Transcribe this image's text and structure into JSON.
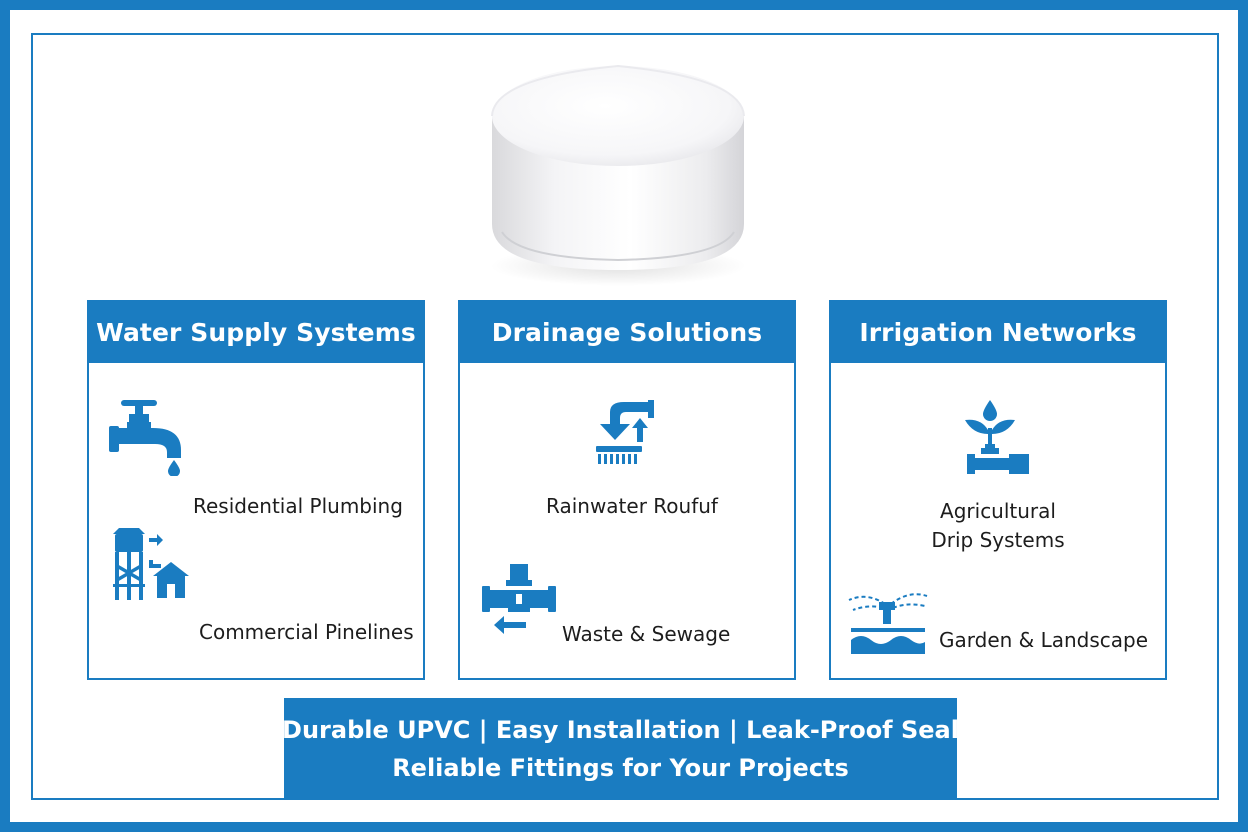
{
  "colors": {
    "primary": "#1a7cc1",
    "background": "#ffffff",
    "text": "#1d1d1d"
  },
  "product": {
    "icon": "white-pipe-end-cap"
  },
  "cards": [
    {
      "title": "Water Supply Systems",
      "items": [
        {
          "label": "Residential Plumbing",
          "icon": "faucet-icon"
        },
        {
          "label": "Commercial Pinelines",
          "icon": "water-tower-house-icon"
        }
      ]
    },
    {
      "title": "Drainage Solutions",
      "items": [
        {
          "label": "Rainwater Roufuf",
          "icon": "rain-drain-pipe-icon"
        },
        {
          "label": "Waste & Sewage",
          "icon": "sewage-pipe-valve-icon"
        }
      ]
    },
    {
      "title": "Irrigation Networks",
      "items": [
        {
          "label_line1": "Agricultural",
          "label_line2": "Drip Systems",
          "icon": "plant-drip-pipe-icon"
        },
        {
          "label": "Garden & Landscape",
          "icon": "sprinkler-icon"
        }
      ]
    }
  ],
  "banner": {
    "line1": "Durable UPVC | Easy Installation | Leak-Proof Seal",
    "line2": "Reliable Fittings for Your Projects"
  }
}
